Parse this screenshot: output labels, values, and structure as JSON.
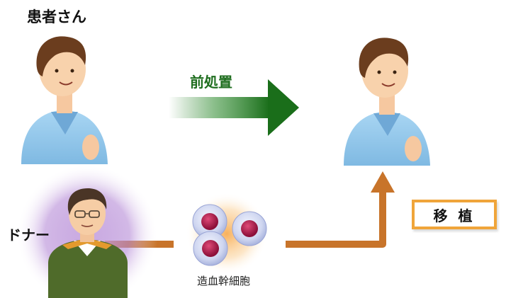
{
  "labels": {
    "patient": "患者さん",
    "donor": "ドナー",
    "pretreatment": "前処置",
    "stem_cells": "造血幹細胞",
    "transplant": "移 植"
  },
  "colors": {
    "pretreatment_arrow": "#1f7a1f",
    "transplant_arrow": "#c8742a",
    "transplant_box_border": "#f0a53a",
    "patient_gown": "#8ec7ea",
    "donor_glow": "#a86ad0",
    "cell_glow": "#f6a340"
  },
  "icons": {
    "patient_before": "patient-figure",
    "patient_after": "patient-figure",
    "donor": "donor-figure",
    "cells": "stem-cell-cluster"
  }
}
